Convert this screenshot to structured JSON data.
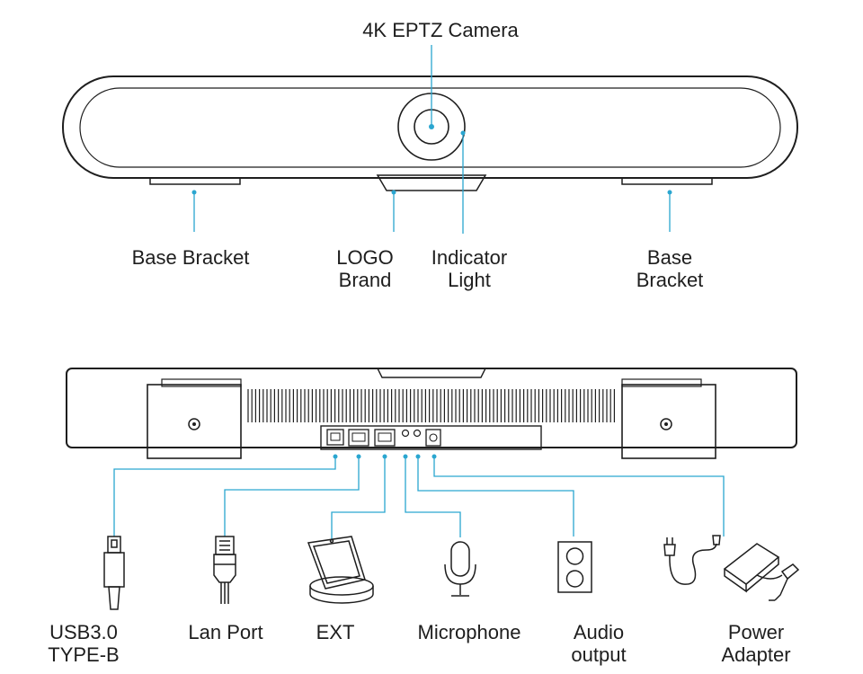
{
  "front_view": {
    "camera_label": "4K EPTZ Camera",
    "left_bracket_label": "Base Bracket",
    "logo_label": "LOGO\nBrand",
    "indicator_label": "Indicator\nLight",
    "right_bracket_label": "Base\nBracket"
  },
  "rear_view": {
    "usb_label": "USB3.0\nTYPE-B",
    "lan_label": "Lan Port",
    "ext_label": "EXT",
    "mic_label": "Microphone",
    "audio_label": "Audio\noutput",
    "power_label": "Power\nAdapter"
  },
  "colors": {
    "line_art": "#1e1e1e",
    "callout": "#2aa6d0",
    "background": "#ffffff"
  },
  "icons": [
    "usb-type-b-plug-icon",
    "ethernet-plug-icon",
    "touch-panel-icon",
    "microphone-icon",
    "audio-jack-icon",
    "power-adapter-icon"
  ]
}
